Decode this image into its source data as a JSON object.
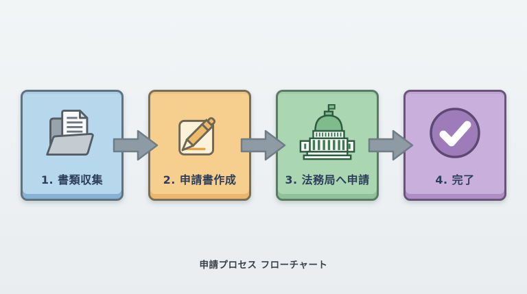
{
  "caption": "申請プロセス フローチャート",
  "steps": [
    {
      "label": "1. 書類収集",
      "icon": "folder-documents-icon",
      "fill_color": "#b7d8ec",
      "border_color": "#5f7280",
      "bottom_strip_color": "#86b2d4"
    },
    {
      "label": "2. 申請書作成",
      "icon": "pen-note-icon",
      "fill_color": "#f6cf8e",
      "border_color": "#7a6e55",
      "bottom_strip_color": "#eab86d"
    },
    {
      "label": "3. 法務局へ申請",
      "icon": "government-building-icon",
      "fill_color": "#abd6b2",
      "border_color": "#5a7a62",
      "bottom_strip_color": "#8fc29a"
    },
    {
      "label": "4. 完了",
      "icon": "check-circle-icon",
      "fill_color": "#c9afdc",
      "border_color": "#695478",
      "bottom_strip_color": "#ad8fc5"
    }
  ],
  "colors": {
    "background": "#edf1f3",
    "arrow_fill": "#8f9ba4",
    "arrow_border": "#6f7d87",
    "label_text": "#2c3e5a",
    "caption_text": "#3a4046"
  }
}
